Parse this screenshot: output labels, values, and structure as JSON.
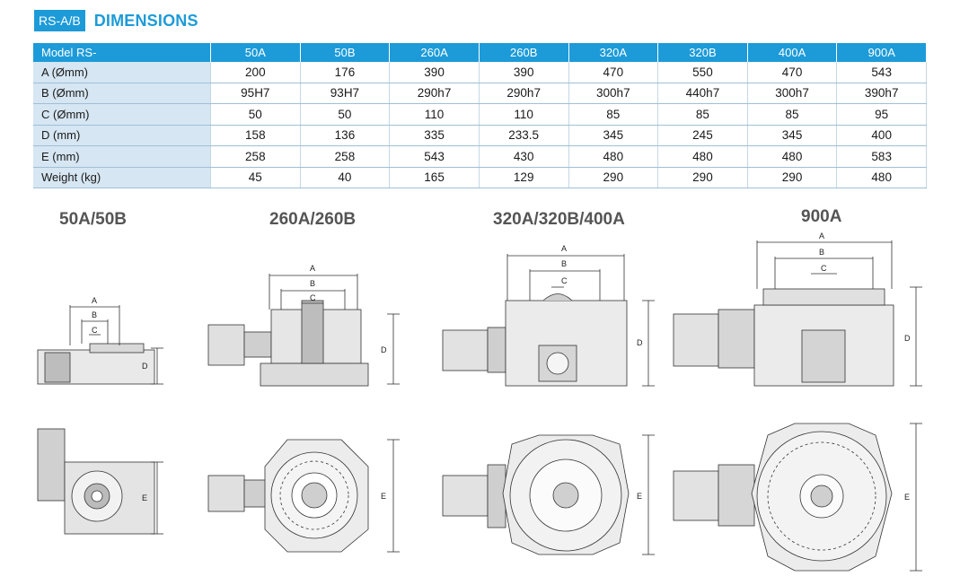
{
  "header": {
    "badge": "RS-A/B",
    "title": "DIMENSIONS"
  },
  "table": {
    "columns": [
      "Model RS-",
      "50A",
      "50B",
      "260A",
      "260B",
      "320A",
      "320B",
      "400A",
      "900A"
    ],
    "rows": [
      {
        "label": "A (Ømm)",
        "values": [
          "200",
          "176",
          "390",
          "390",
          "470",
          "550",
          "470",
          "543"
        ]
      },
      {
        "label": "B (Ømm)",
        "values": [
          "95H7",
          "93H7",
          "290h7",
          "290h7",
          "300h7",
          "440h7",
          "300h7",
          "390h7"
        ]
      },
      {
        "label": "C (Ømm)",
        "values": [
          "50",
          "50",
          "110",
          "110",
          "85",
          "85",
          "85",
          "95"
        ]
      },
      {
        "label": "D (mm)",
        "values": [
          "158",
          "136",
          "335",
          "233.5",
          "345",
          "245",
          "345",
          "400"
        ]
      },
      {
        "label": "E (mm)",
        "values": [
          "258",
          "258",
          "543",
          "430",
          "480",
          "480",
          "480",
          "583"
        ]
      },
      {
        "label": "Weight (kg)",
        "values": [
          "45",
          "40",
          "165",
          "129",
          "290",
          "290",
          "290",
          "480"
        ]
      }
    ]
  },
  "drawings": {
    "titles": [
      "50A/50B",
      "260A/260B",
      "320A/320B/400A",
      "900A"
    ],
    "dim_labels": {
      "a": "A",
      "b": "B",
      "c": "C",
      "d": "D",
      "e": "E"
    }
  },
  "colors": {
    "accent": "#1d9bd8",
    "label_bg": "#d6e6f2"
  }
}
